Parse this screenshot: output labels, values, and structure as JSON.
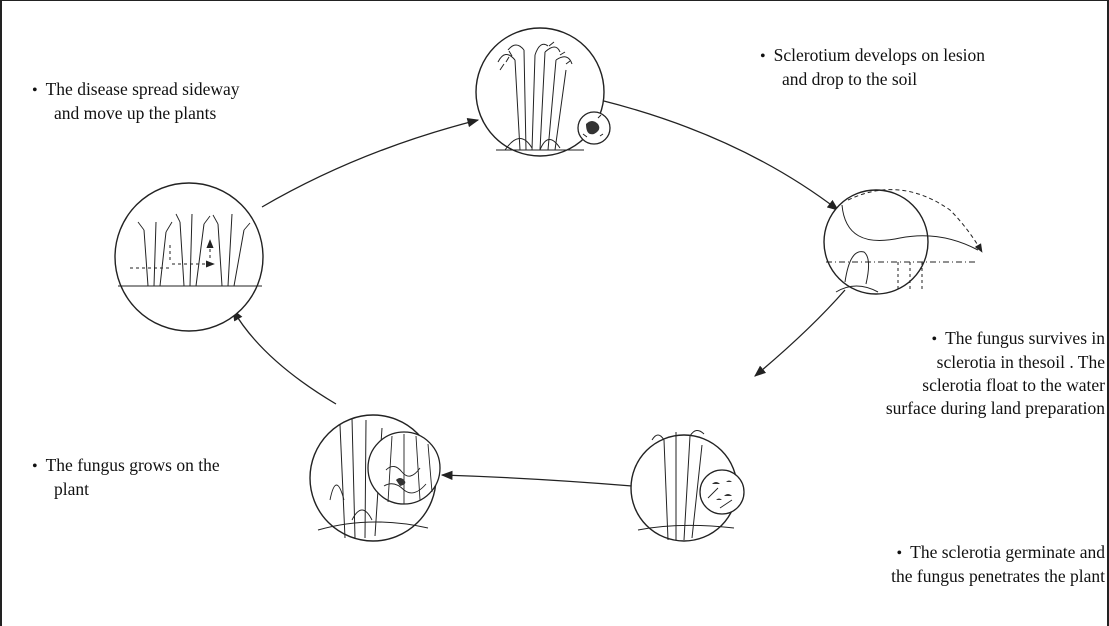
{
  "stages": [
    {
      "id": "sclerotium-develops",
      "lines": [
        "Sclerotium develops on lesion",
        "and drop to the soil"
      ]
    },
    {
      "id": "fungus-survives",
      "lines": [
        "The fungus survives in",
        "sclerotia in thesoil . The",
        "sclerotia float to the water",
        "surface during land preparation"
      ]
    },
    {
      "id": "sclerotia-germinate",
      "lines": [
        "The sclerotia germinate and",
        "the fungus penetrates the plant"
      ]
    },
    {
      "id": "fungus-grows",
      "lines": [
        "The fungus grows on the",
        "plant"
      ]
    },
    {
      "id": "disease-spread",
      "lines": [
        "The disease spread sideway",
        "and move up the plants"
      ]
    }
  ],
  "bullet": "•",
  "line_color": "#222222"
}
